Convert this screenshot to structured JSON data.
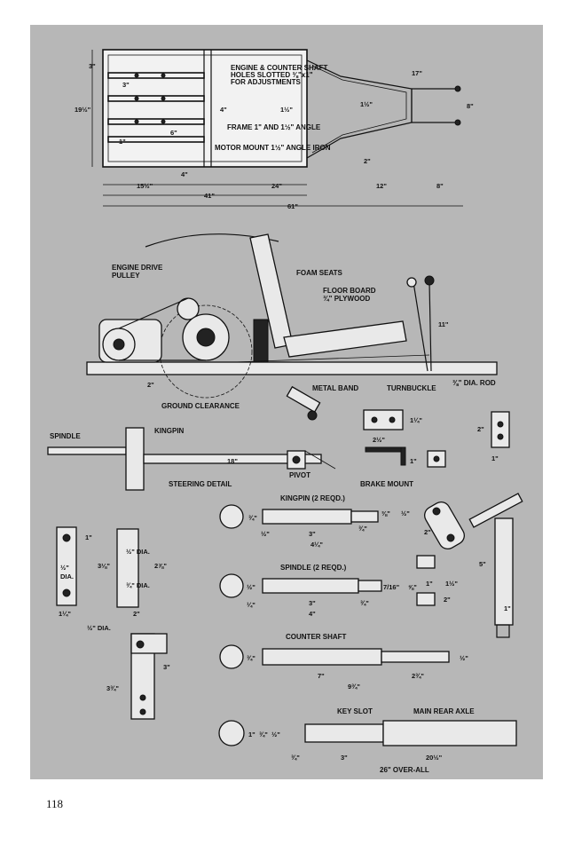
{
  "page_number": "118",
  "frame_plan": {
    "note_engine": [
      "ENGINE & COUNTER SHAFT",
      "HOLES SLOTTED ⅜\"x1\"",
      "FOR ADJUSTMENTS"
    ],
    "note_frame": "FRAME 1\" AND 1½\" ANGLE",
    "note_motor": "MOTOR MOUNT 1½\" ANGLE IRON",
    "dims": {
      "d3": "3\"",
      "d3b": "3\"",
      "d19_5": "19½\"",
      "d4": "4\"",
      "d1": "1\"",
      "d6": "6\"",
      "d1_5a": "1½\"",
      "d1_5b": "1½\"",
      "d17": "17\"",
      "d8": "8\"",
      "d2": "2\"",
      "d4b": "4\"",
      "d15_5": "15½\"",
      "d24": "24\"",
      "d12": "12\"",
      "d8b": "8\"",
      "d41": "41\"",
      "d61": "61\""
    }
  },
  "side_view": {
    "engine_drive_pulley": [
      "ENGINE DRIVE",
      "PULLEY"
    ],
    "foam_seats": "FOAM SEATS",
    "floor_board": [
      "FLOOR BOARD",
      "¾\" PLYWOOD"
    ],
    "d11": "11\"",
    "d2": "2\"",
    "ground_clearance": "GROUND CLEARANCE",
    "metal_band": "METAL BAND",
    "turnbuckle": "TURNBUCKLE",
    "rod": "⅜\" DIA. ROD"
  },
  "steering": {
    "spindle": "SPINDLE",
    "kingpin": "KINGPIN",
    "d18": "18\"",
    "pivot": "PIVOT",
    "steering_detail": "STEERING DETAIL"
  },
  "brake": {
    "d1_25": "1¼\"",
    "d2_5": "2½\"",
    "d1": "1\"",
    "brake_mount": "BRAKE MOUNT",
    "d2": "2\"",
    "d1b": "1\""
  },
  "kingpin": {
    "title": "KINGPIN (2 REQD.)",
    "d3_4": "¾\"",
    "d3_8": "⅜\"",
    "d1_2": "½\"",
    "d1_2b": "½\"",
    "d3": "3\"",
    "d3_4b": "¾\"",
    "d4_25": "4¼\""
  },
  "spindle_part": {
    "title": "SPINDLE (2 REQD.)",
    "d1_2": "½\"",
    "d7_16": "7/16\"",
    "d5_8": "⅝\"",
    "d1_4": "¼\"",
    "d3": "3\"",
    "d3_4": "¾\"",
    "d4": "4\""
  },
  "counter_shaft": {
    "title": "COUNTER SHAFT",
    "d3_4": "¾\"",
    "d1_2": "½\"",
    "d7": "7\"",
    "d2_75": "2¾\"",
    "d9_75": "9¾\""
  },
  "rear_axle": {
    "key_slot": "KEY SLOT",
    "title": "MAIN REAR AXLE",
    "d1": "1\"",
    "d3_4": "¾\"",
    "d1_2": "½\"",
    "d3_4b": "¾\"",
    "d3": "3\"",
    "d20_5": "20½\"",
    "overall": "26\" OVER-ALL"
  },
  "bracket": {
    "d1": "1\"",
    "d3_125": "3⅛\"",
    "d2_875": "2⅞\"",
    "d1_2": "½\"",
    "dia": "DIA.",
    "half_dia": "½\" DIA.",
    "three_quarter_dia": "¾\" DIA.",
    "d1_25": "1¼\"",
    "d2": "2\""
  },
  "arm": {
    "half_dia": "½\" DIA.",
    "d3": "3\"",
    "d3_75": "3¾\""
  },
  "column": {
    "d2": "2\"",
    "d1": "1\"",
    "d1_5": "1½\"",
    "d5": "5\"",
    "d2b": "2\"",
    "d1b": "1\""
  }
}
